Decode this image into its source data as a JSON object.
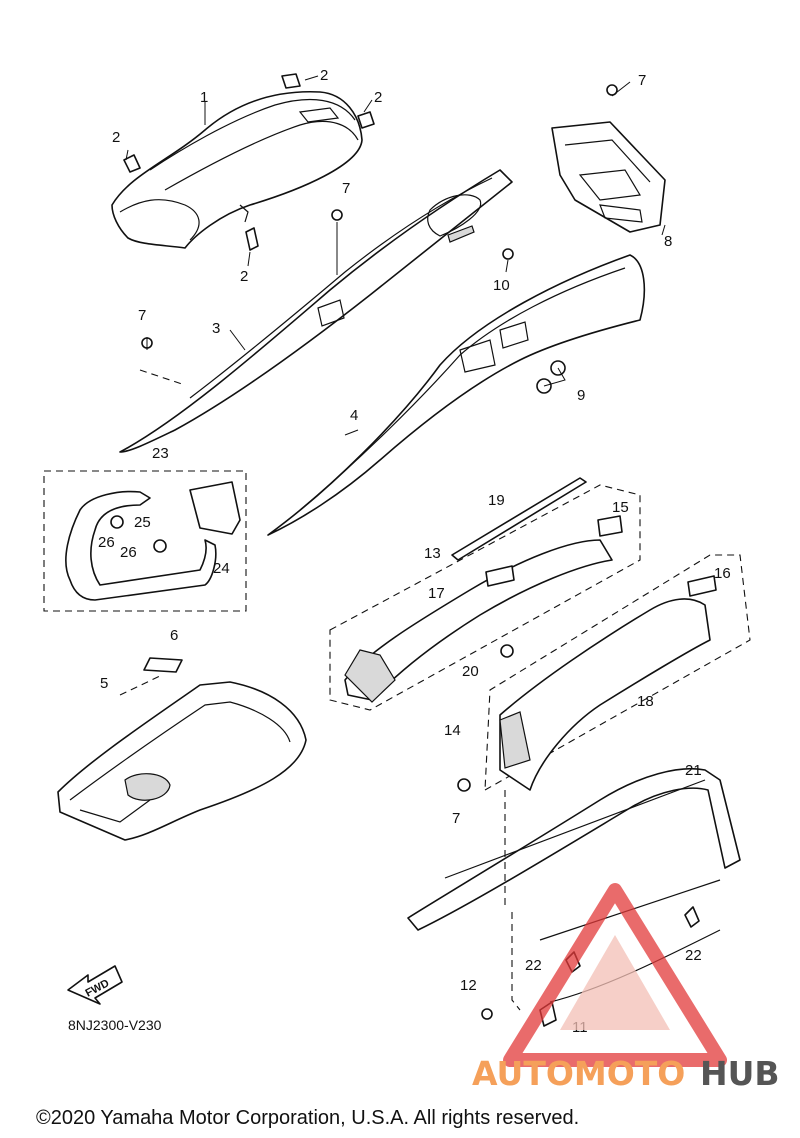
{
  "callouts": {
    "c1": "1",
    "c2a": "2",
    "c2b": "2",
    "c2c": "2",
    "c2d": "2",
    "c3": "3",
    "c4": "4",
    "c5": "5",
    "c6": "6",
    "c7a": "7",
    "c7b": "7",
    "c7c": "7",
    "c7d": "7",
    "c8": "8",
    "c9": "9",
    "c10": "10",
    "c11": "11",
    "c12": "12",
    "c13": "13",
    "c14": "14",
    "c15": "15",
    "c16": "16",
    "c17": "17",
    "c18": "18",
    "c19": "19",
    "c20": "20",
    "c21": "21",
    "c22a": "22",
    "c22b": "22",
    "c23": "23",
    "c24": "24",
    "c25": "25",
    "c26a": "26",
    "c26b": "26"
  },
  "fwd_badge": "FWD",
  "diagram_code": "8NJ2300-V230",
  "copyright": "©2020 Yamaha Motor Corporation, U.S.A. All rights reserved.",
  "watermark": {
    "part1": "AUTOMOTO",
    "part2": "HUB",
    "color1": "#f5a05a",
    "color2": "#555555",
    "logo_color": "#e23a3a"
  }
}
